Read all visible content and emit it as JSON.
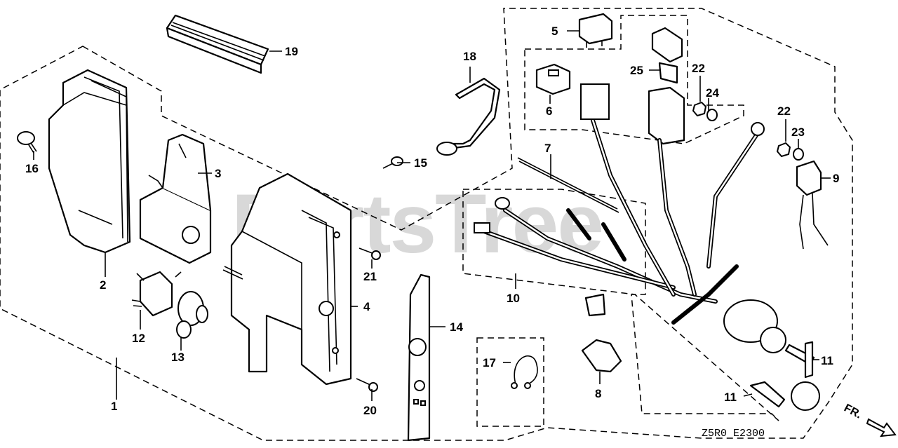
{
  "watermark": "PartsTree",
  "diagram_code": "Z5R0  E2300",
  "front_marker": "FR.",
  "callouts": {
    "p1": "1",
    "p2": "2",
    "p3": "3",
    "p4": "4",
    "p5": "5",
    "p6": "6",
    "p7": "7",
    "p8": "8",
    "p9": "9",
    "p10": "10",
    "p11a": "11",
    "p11b": "11",
    "p12": "12",
    "p13": "13",
    "p14": "14",
    "p15": "15",
    "p16": "16",
    "p17": "17",
    "p18": "18",
    "p19": "19",
    "p20": "20",
    "p21": "21",
    "p22a": "22",
    "p22b": "22",
    "p23": "23",
    "p24": "24",
    "p25": "25"
  }
}
